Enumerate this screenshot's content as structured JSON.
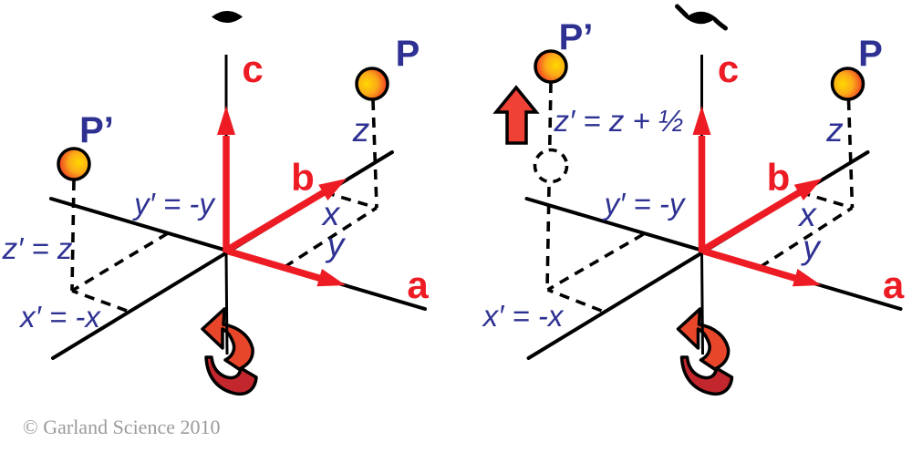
{
  "copyright": "© Garland Science 2010",
  "colors": {
    "red": "#ED1C24",
    "blue": "#2E3192",
    "gray": "#9A9A9A",
    "ribbon-light": "#E8462B",
    "ribbon-dark": "#C1272D",
    "block-arrow": "#EF4136",
    "sphere-hi": "#FFD800",
    "sphere-mid": "#FBA919",
    "sphere-lo": "#EF3B24",
    "sphere-rim": "#CB2027"
  },
  "icons": {
    "left_axis_symbol": "twofold-rotation-lens",
    "right_axis_symbol": "twofold-screw-axis",
    "rotation_symbol": "curved-rotation-ribbon-arrow",
    "translation_symbol": "up-block-arrow"
  },
  "left": {
    "axis_a": "a",
    "axis_b": "b",
    "axis_c": "c",
    "point": "P",
    "point_mate": "P’",
    "coord_x": "x",
    "coord_y": "y",
    "coord_z": "z",
    "eq_y": "y′ = -y",
    "eq_z": "z′ = z",
    "eq_x": "x′ = -x"
  },
  "right": {
    "axis_a": "a",
    "axis_b": "b",
    "axis_c": "c",
    "point": "P",
    "point_mate": "P’",
    "coord_x": "x",
    "coord_y": "y",
    "coord_z": "z",
    "eq_y": "y′ = -y",
    "eq_z": "z′ = z + ½",
    "eq_x": "x′ = -x"
  }
}
